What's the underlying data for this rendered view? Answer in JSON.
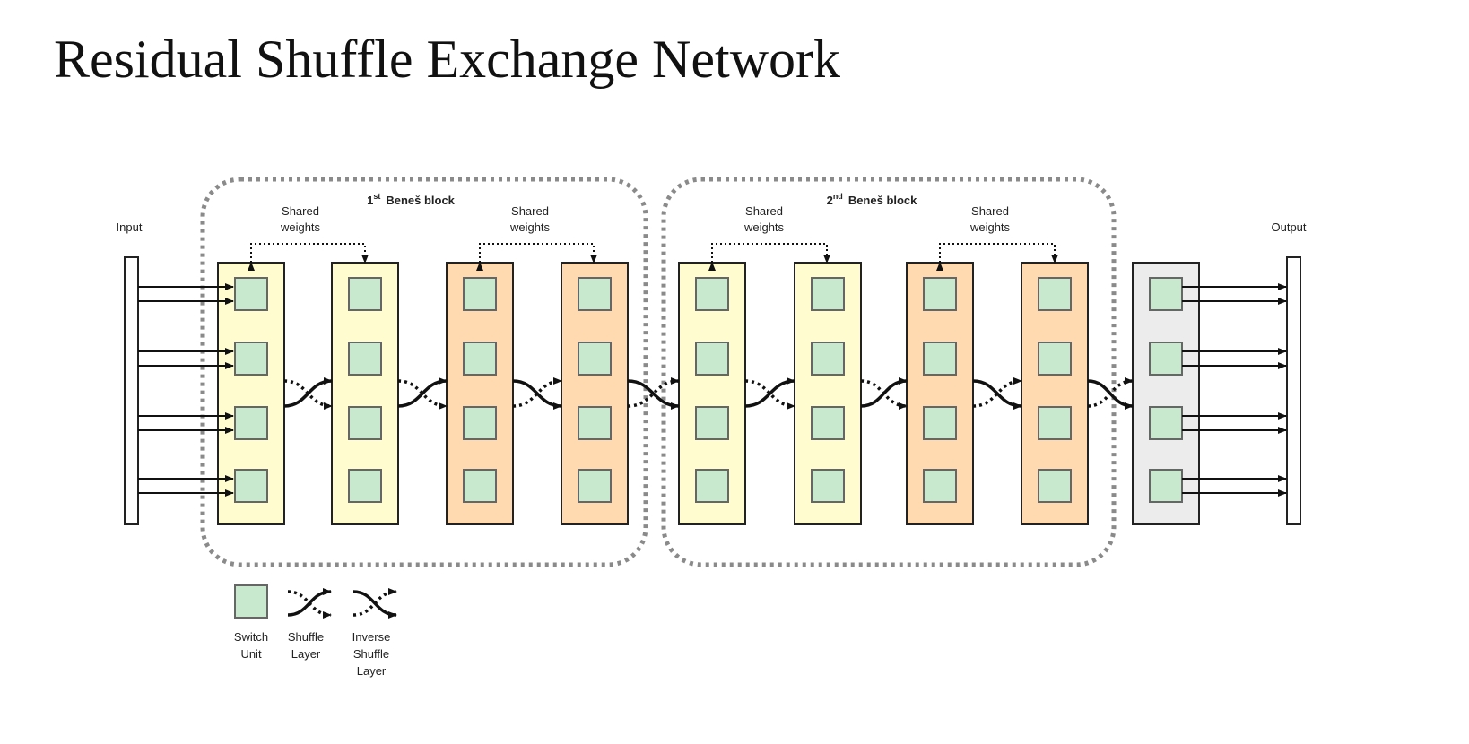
{
  "title": "Residual Shuffle Exchange Network",
  "labels": {
    "input": "Input",
    "output": "Output",
    "shared_weights_line1": "Shared",
    "shared_weights_line2": "weights"
  },
  "blocks": [
    {
      "ordinal": "1",
      "suffix": "st",
      "name": "Beneš block"
    },
    {
      "ordinal": "2",
      "suffix": "nd",
      "name": "Beneš block"
    }
  ],
  "layers": [
    {
      "kind": "residual",
      "color": "#fffdd0"
    },
    {
      "kind": "residual",
      "color": "#fffdd0"
    },
    {
      "kind": "residual",
      "color": "#ffd9b0"
    },
    {
      "kind": "residual",
      "color": "#ffd9b0"
    },
    {
      "kind": "residual",
      "color": "#fffdd0"
    },
    {
      "kind": "residual",
      "color": "#fffdd0"
    },
    {
      "kind": "residual",
      "color": "#ffd9b0"
    },
    {
      "kind": "residual",
      "color": "#ffd9b0"
    },
    {
      "kind": "final",
      "color": "#ececec"
    }
  ],
  "links": [
    "shuffle",
    "shuffle",
    "inverse",
    "inverse",
    "shuffle",
    "shuffle",
    "inverse",
    "inverse"
  ],
  "switch_unit_color": "#c9e9cf",
  "legend": [
    {
      "icon": "switch-unit",
      "lines": [
        "Switch",
        "Unit"
      ]
    },
    {
      "icon": "shuffle-layer",
      "lines": [
        "Shuffle",
        "Layer"
      ]
    },
    {
      "icon": "inverse-shuffle-layer",
      "lines": [
        "Inverse",
        "Shuffle",
        "Layer"
      ]
    }
  ]
}
